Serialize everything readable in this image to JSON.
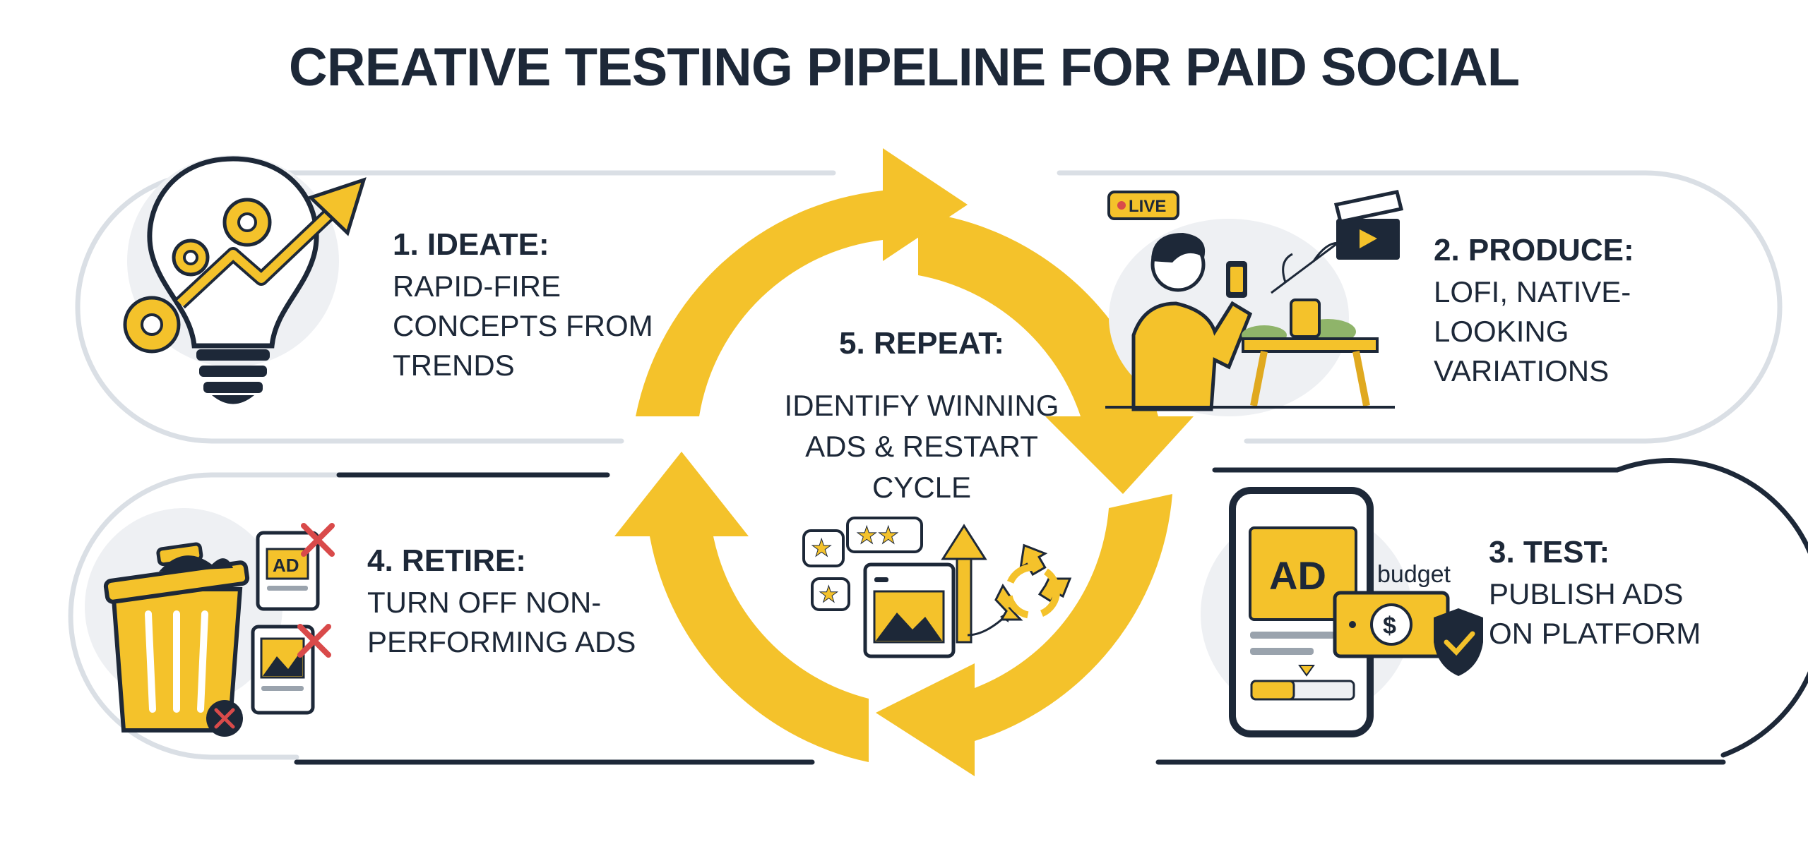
{
  "title": "CREATIVE TESTING PIPELINE FOR PAID SOCIAL",
  "steps": {
    "ideate": {
      "title": "1. IDEATE:",
      "desc": "RAPID-FIRE CONCEPTS FROM TRENDS"
    },
    "produce": {
      "title": "2. PRODUCE:",
      "desc": "LOFI, NATIVE-LOOKING VARIATIONS"
    },
    "test": {
      "title": "3. TEST:",
      "desc": "PUBLISH ADS ON PLATFORM"
    },
    "retire": {
      "title": "4. RETIRE:",
      "desc": "TURN OFF NON-PERFORMING ADS"
    },
    "repeat": {
      "title": "5. REPEAT:",
      "desc": "IDENTIFY WINNING ADS & RESTART CYCLE"
    }
  },
  "illustration_labels": {
    "live_badge": "LIVE",
    "ad_phone": "AD",
    "ad_thumb": "AD",
    "budget": "budget"
  },
  "colors": {
    "accent": "#F4C22B",
    "ink": "#1D2838",
    "card_border": "#DADFE5",
    "reject": "#D94A4A"
  }
}
